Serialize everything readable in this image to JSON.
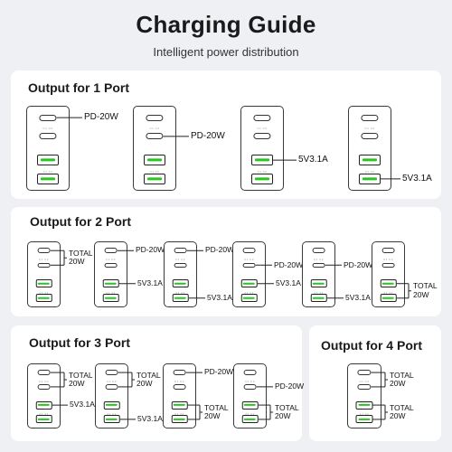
{
  "title": "Charging Guide",
  "subtitle": "Intelligent power distribution",
  "accent_color": "#27c61f",
  "port_labels": {
    "c1": "C1",
    "c2": "C2",
    "a": "A1 A2"
  },
  "sections": [
    {
      "title": "Output for 1 Port",
      "chargers": [
        {
          "callouts": [
            {
              "lines": [
                "PD-20W"
              ]
            }
          ]
        },
        {
          "callouts": [
            {
              "lines": [
                "PD-20W"
              ]
            }
          ]
        },
        {
          "callouts": [
            {
              "lines": [
                "5V3.1A"
              ]
            }
          ]
        },
        {
          "callouts": [
            {
              "lines": [
                "5V3.1A"
              ]
            }
          ]
        }
      ]
    },
    {
      "title": "Output for 2 Port",
      "chargers": [
        {
          "callouts": [
            {
              "lines": [
                "TOTAL",
                "20W"
              ]
            }
          ]
        },
        {
          "callouts": [
            {
              "lines": [
                "PD-20W"
              ]
            },
            {
              "lines": [
                "5V3.1A"
              ]
            }
          ]
        },
        {
          "callouts": [
            {
              "lines": [
                "PD-20W"
              ]
            },
            {
              "lines": [
                "5V3.1A"
              ]
            }
          ]
        },
        {
          "callouts": [
            {
              "lines": [
                "PD-20W"
              ]
            },
            {
              "lines": [
                "5V3.1A"
              ]
            }
          ]
        },
        {
          "callouts": [
            {
              "lines": [
                "PD-20W"
              ]
            },
            {
              "lines": [
                "5V3.1A"
              ]
            }
          ]
        },
        {
          "callouts": [
            {
              "lines": [
                "TOTAL",
                "20W"
              ]
            }
          ]
        }
      ]
    },
    {
      "title": "Output for 3 Port",
      "chargers": [
        {
          "callouts": [
            {
              "lines": [
                "TOTAL",
                "20W"
              ]
            },
            {
              "lines": [
                "5V3.1A"
              ]
            }
          ]
        },
        {
          "callouts": [
            {
              "lines": [
                "TOTAL",
                "20W"
              ]
            },
            {
              "lines": [
                "5V3.1A"
              ]
            }
          ]
        },
        {
          "callouts": [
            {
              "lines": [
                "PD-20W"
              ]
            },
            {
              "lines": [
                "TOTAL",
                "20W"
              ]
            }
          ]
        },
        {
          "callouts": [
            {
              "lines": [
                "PD-20W"
              ]
            },
            {
              "lines": [
                "TOTAL",
                "20W"
              ]
            }
          ]
        }
      ]
    },
    {
      "title": "Output for 4 Port",
      "chargers": [
        {
          "callouts": [
            {
              "lines": [
                "TOTAL",
                "20W"
              ]
            },
            {
              "lines": [
                "TOTAL",
                "20W"
              ]
            }
          ]
        }
      ]
    }
  ]
}
